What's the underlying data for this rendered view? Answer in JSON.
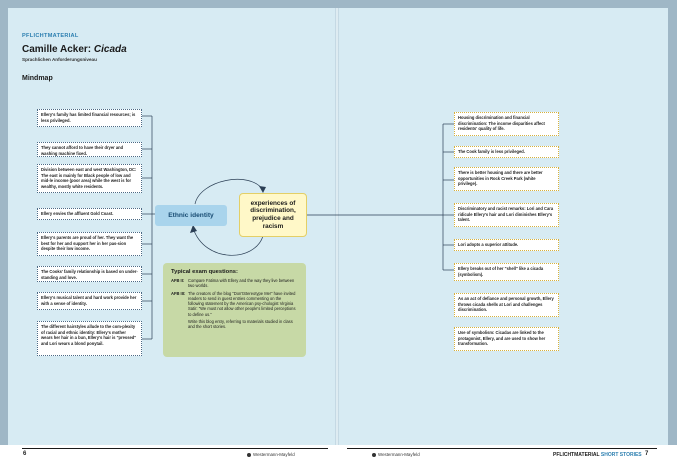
{
  "left_page": {
    "section_label": "PFLICHTMATERIAL",
    "title_prefix": "Camille Acker: ",
    "title_italic": "Cicada",
    "subtitle": "Sprachlichen Anforderungsniveau",
    "mindmap_heading": "Mindmap",
    "page_number": "6",
    "publisher": "Westermann-Mayfeld"
  },
  "left_boxes": [
    "Ellery's family has limited financial resources; is less privileged.",
    "They cannot afford to have their dryer and washing machine fixed.",
    "Division between east and west Washington, DC: The east is mainly for Black people of low and mid-le income (poor area) while the west is for wealthy, mostly white residents.",
    "Ellery envies the affluent Gold Coast.",
    "Ellery's parents are proud of her. They want the best for her and support her in her pas-sion despite their low income.",
    "The Cooks' family relationship is based on under-standing and love.",
    "Ellery's musical talent and hard work provide her with a sense of identity.",
    "The different hairstyles allude to the com-plexity of racial and ethnic identity: Ellery's mother wears her hair in a bun, Ellery's hair is \"pressed\" and Lori wears a blond ponytail."
  ],
  "ethnic_identity": "Ethnic identity",
  "central_topic": "experiences of discrimination, prejudice and racism",
  "exam": {
    "heading": "Typical exam questions:",
    "items": [
      {
        "afb": "AFB II:",
        "text": "Compare Fatima with Ellery and the way they live between two worlds."
      },
      {
        "afb": "AFB III:",
        "text": "The creators of the blog \"Don'tStereotype Me!\" have invited readers to send in guest entries commenting on the following statement by the American psy-chologist Virginia Satir: \"We must not allow other people's limited perceptions to define us.\""
      },
      {
        "afb": "",
        "text": "Write this blog entry, referring to materials studied in class and the short stories."
      }
    ]
  },
  "right_boxes": [
    "Housing discrimination and financial discrimination: The income disparities affect residents' quality of life.",
    "The Cook family is less privileged.",
    "There is better housing and there are better opportunities in Rock Creek Park (white privilege).",
    "Discriminatory and racist remarks: Lori and Cara ridicule Ellery's hair and Lori diminishes Ellery's talent.",
    "Lori adopts a superior attitude.",
    "Ellery breaks out of her \"shell\" like a cicada (symbolism).",
    "As an act of defiance and personal growth, Ellery throws cicada shells at Lori and challenges discrimination.",
    "Use of symbolism: Cicadas are linked to the protagonist, Ellery, and are used to show her transformation."
  ],
  "right_page": {
    "publisher": "Westermann-Mayfeld",
    "running_head": "PFLICHTMATERIAL",
    "running_head_bold": "SHORT STORIES",
    "page_number": "7"
  }
}
